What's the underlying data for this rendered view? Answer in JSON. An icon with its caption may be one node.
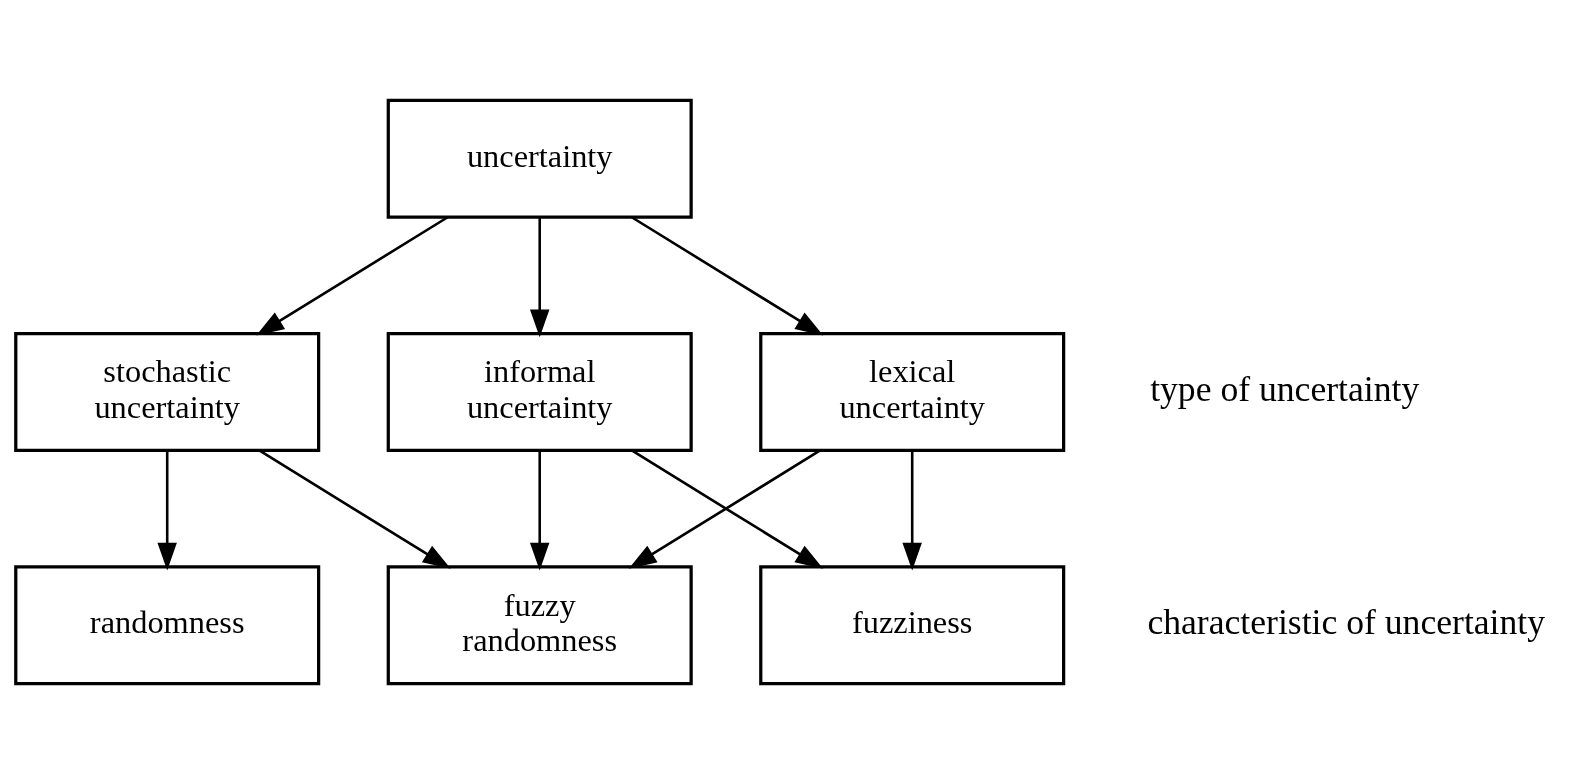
{
  "diagram": {
    "nodes": [
      {
        "text": [
          "uncertainty"
        ]
      },
      {
        "text": [
          "stochastic uncertainty"
        ]
      },
      {
        "text": [
          "informal uncertainty"
        ]
      },
      {
        "text": [
          "lexical uncertainty"
        ]
      },
      {
        "text": [
          "randomness"
        ]
      },
      {
        "text": [
          "fuzzy randomness"
        ]
      },
      {
        "text": [
          "fuzziness"
        ]
      }
    ],
    "edges": [
      {
        "from": 0,
        "to": 1,
        "arrow": "to"
      },
      {
        "from": 0,
        "to": 2,
        "arrow": "to"
      },
      {
        "from": 0,
        "to": 3,
        "arrow": "to"
      },
      {
        "from": 1,
        "to": 4,
        "arrow": "to"
      },
      {
        "from": 1,
        "to": 5,
        "arrow": "to"
      },
      {
        "from": 2,
        "to": 5,
        "arrow": "to"
      },
      {
        "from": 2,
        "to": 6,
        "arrow": "to"
      },
      {
        "from": 3,
        "to": 5,
        "arrow": "to"
      },
      {
        "from": 3,
        "to": 6,
        "arrow": "to"
      }
    ],
    "labels": [
      "type of uncertainty",
      "characteristic of uncertainty"
    ]
  }
}
